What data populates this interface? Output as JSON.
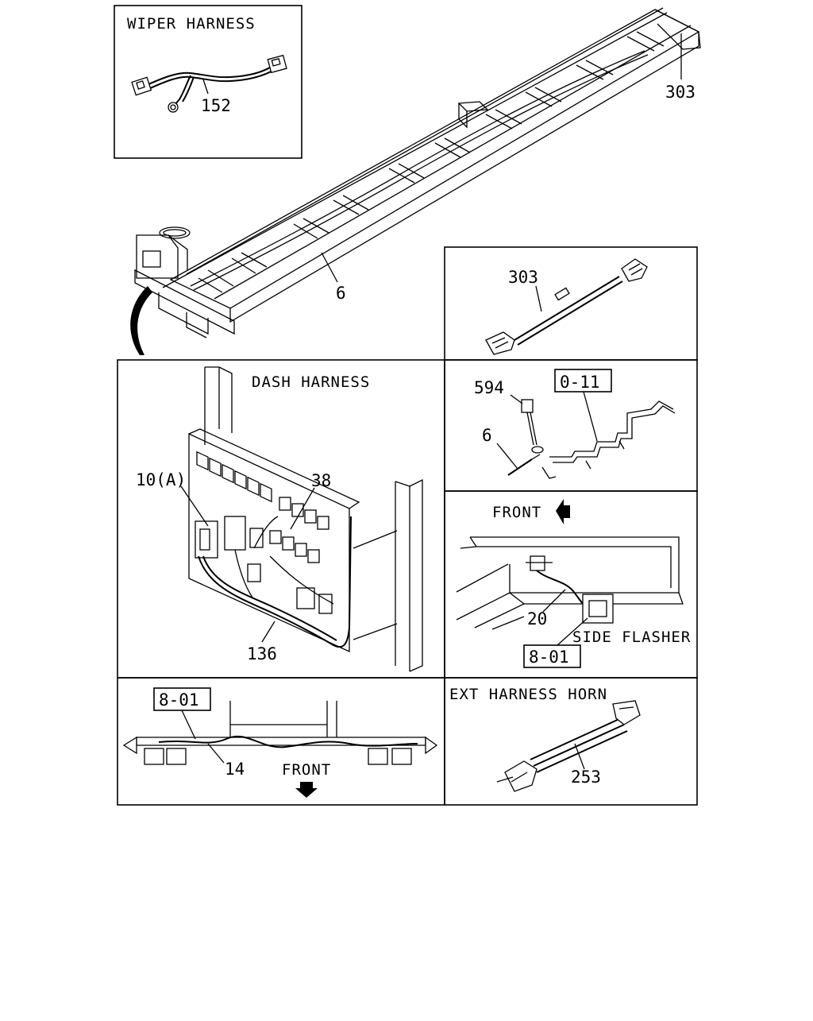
{
  "diagram": {
    "panels": {
      "wiper": {
        "title": "WIPER HARNESS",
        "part": "152"
      },
      "chassis": {
        "part_303": "303",
        "part_6": "6"
      },
      "connector_303": {
        "part": "303"
      },
      "dash": {
        "title": "DASH HARNESS",
        "parts": {
          "p10a": "10(A)",
          "p38": "38",
          "p136": "136"
        }
      },
      "ground": {
        "ref": "0-11",
        "part_594": "594",
        "part_6": "6"
      },
      "side_flasher": {
        "front": "FRONT",
        "part": "20",
        "title": "SIDE FLASHER",
        "ref": "8-01"
      },
      "front_crossmember": {
        "ref": "8-01",
        "part": "14",
        "front": "FRONT"
      },
      "horn": {
        "title": "EXT HARNESS HORN",
        "part": "253"
      }
    }
  }
}
